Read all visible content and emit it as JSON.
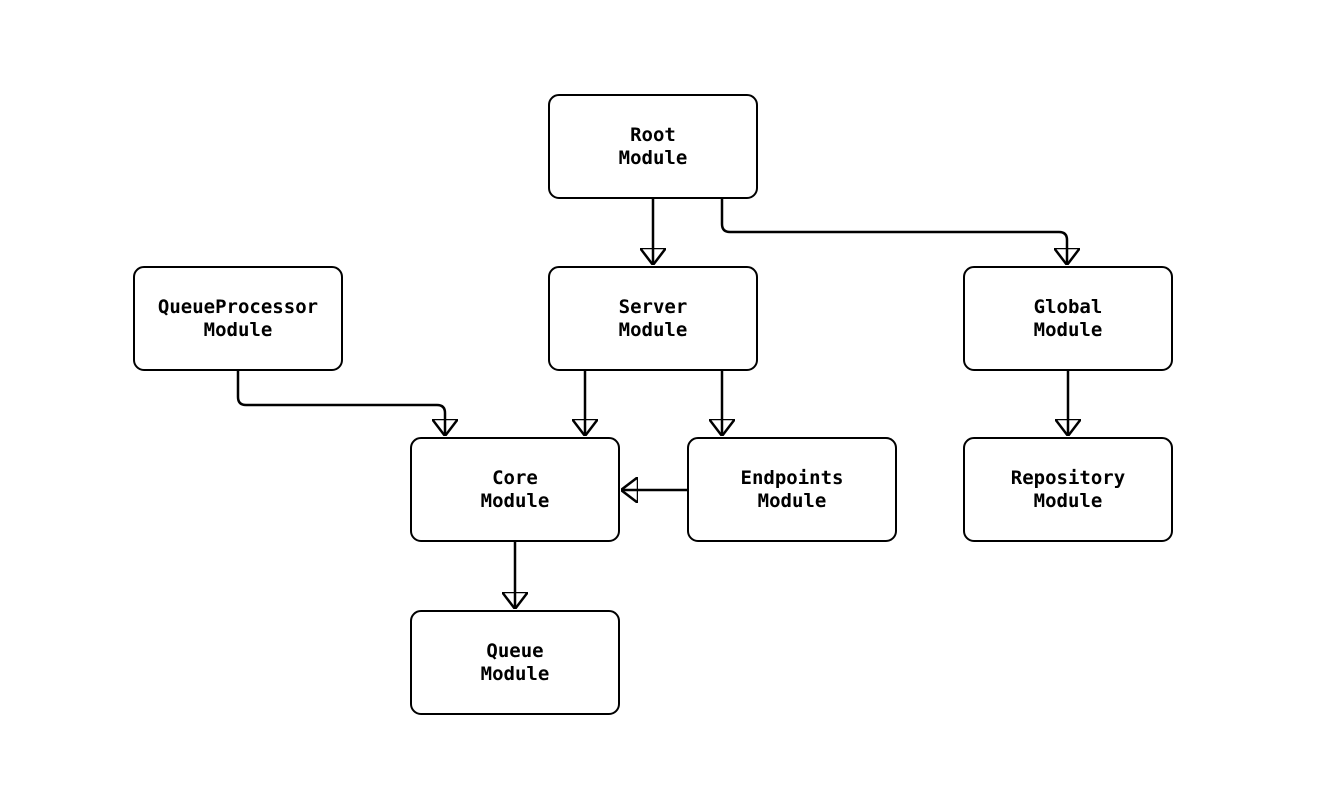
{
  "diagram": {
    "type": "module-dependency-graph",
    "background_color": "#ffffff",
    "node_fill_color": "#ffffff",
    "node_border_color": "#000000",
    "edge_color": "#000000",
    "text_color": "#000000",
    "nodes": [
      {
        "id": "root",
        "label": "Root\nModule"
      },
      {
        "id": "queueprocessor",
        "label": "QueueProcessor\nModule"
      },
      {
        "id": "server",
        "label": "Server\nModule"
      },
      {
        "id": "global",
        "label": "Global\nModule"
      },
      {
        "id": "core",
        "label": "Core\nModule"
      },
      {
        "id": "endpoints",
        "label": "Endpoints\nModule"
      },
      {
        "id": "repository",
        "label": "Repository\nModule"
      },
      {
        "id": "queue",
        "label": "Queue\nModule"
      }
    ],
    "edges": [
      {
        "from": "root",
        "to": "server"
      },
      {
        "from": "root",
        "to": "global"
      },
      {
        "from": "queueprocessor",
        "to": "core"
      },
      {
        "from": "server",
        "to": "core"
      },
      {
        "from": "server",
        "to": "endpoints"
      },
      {
        "from": "global",
        "to": "repository"
      },
      {
        "from": "endpoints",
        "to": "core"
      },
      {
        "from": "core",
        "to": "queue"
      }
    ]
  }
}
